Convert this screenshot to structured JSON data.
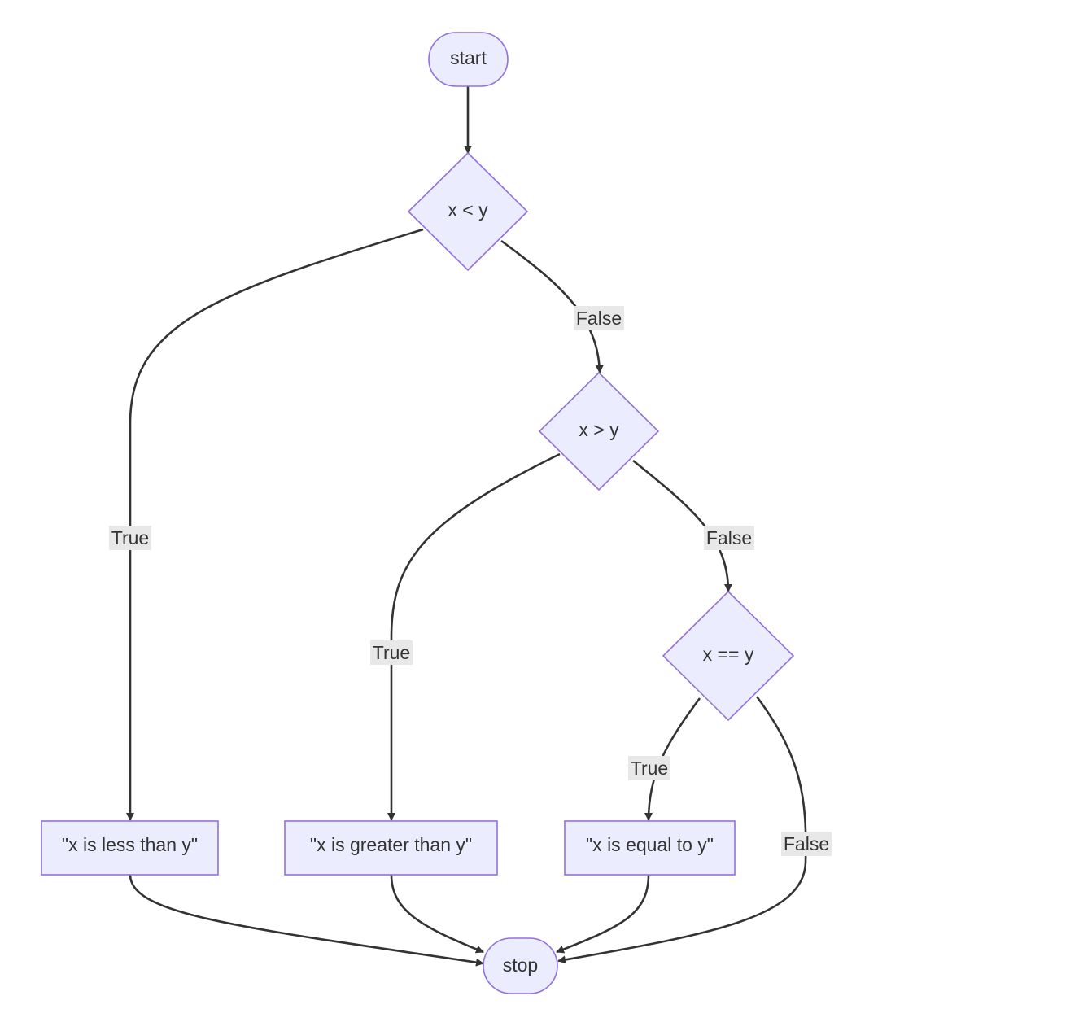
{
  "diagram": {
    "type": "flowchart",
    "nodes": {
      "start": "start",
      "cond_lt": "x < y",
      "cond_gt": "x > y",
      "cond_eq": "x == y",
      "out_less": "\"x is less than y\"",
      "out_greater": "\"x is greater than y\"",
      "out_equal": "\"x is equal to y\"",
      "stop": "stop"
    },
    "edge_labels": {
      "lt_true": "True",
      "lt_false": "False",
      "gt_true": "True",
      "gt_false": "False",
      "eq_true": "True",
      "eq_false": "False"
    }
  },
  "colors": {
    "node_fill": "#ececff",
    "node_stroke": "#9370db",
    "edge": "#333333",
    "label_bg": "#e8e8e8",
    "text": "#333333"
  }
}
